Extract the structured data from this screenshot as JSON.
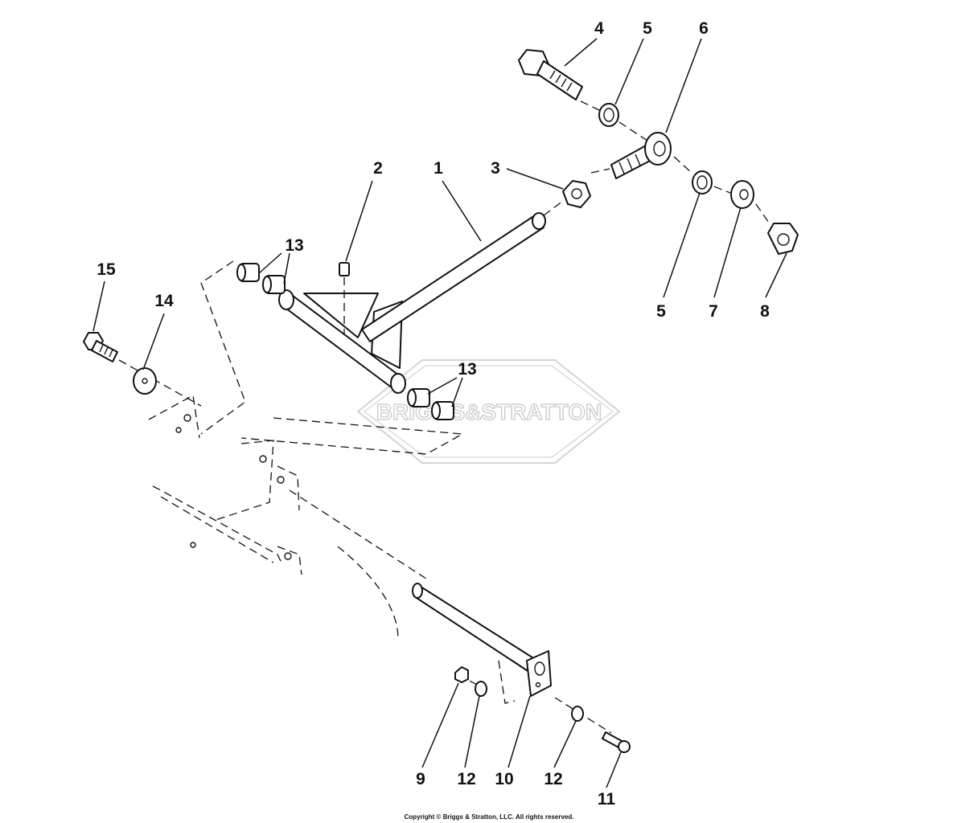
{
  "diagram": {
    "watermark_brand": "BRIGGS&STRATTON",
    "callouts": [
      "1",
      "2",
      "3",
      "4",
      "5",
      "6",
      "5",
      "7",
      "8",
      "9",
      "12",
      "10",
      "12",
      "11",
      "13",
      "13",
      "14",
      "15"
    ],
    "copyright": "Copyright © Briggs & Stratton, LLC. All rights reserved."
  }
}
